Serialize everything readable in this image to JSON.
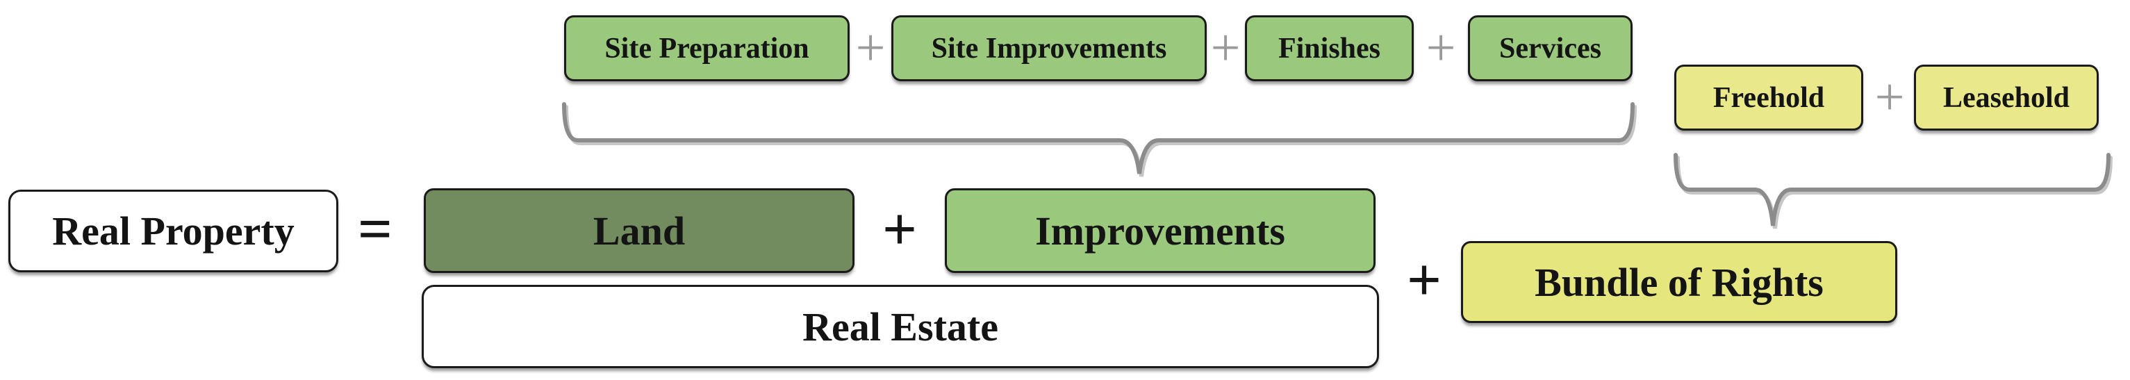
{
  "nodes": {
    "real_property": "Real Property",
    "land": "Land",
    "improvements": "Improvements",
    "real_estate": "Real Estate",
    "bundle_of_rights": "Bundle of Rights"
  },
  "operators": {
    "equals": "=",
    "plus": "+"
  },
  "improvement_components": [
    "Site Preparation",
    "Site Improvements",
    "Finishes",
    "Services"
  ],
  "ownership_components": [
    "Freehold",
    "Leasehold"
  ],
  "colors": {
    "component_green": "#9ac87d",
    "land_green": "#738c5f",
    "ownership_yellow": "#e9e88b",
    "bundle_yellow": "#e5e77e",
    "brace_gray": "#8c8c8c",
    "plus_gray": "#9a9a9a",
    "node_border": "#1b1b1b",
    "background": "#ffffff"
  }
}
